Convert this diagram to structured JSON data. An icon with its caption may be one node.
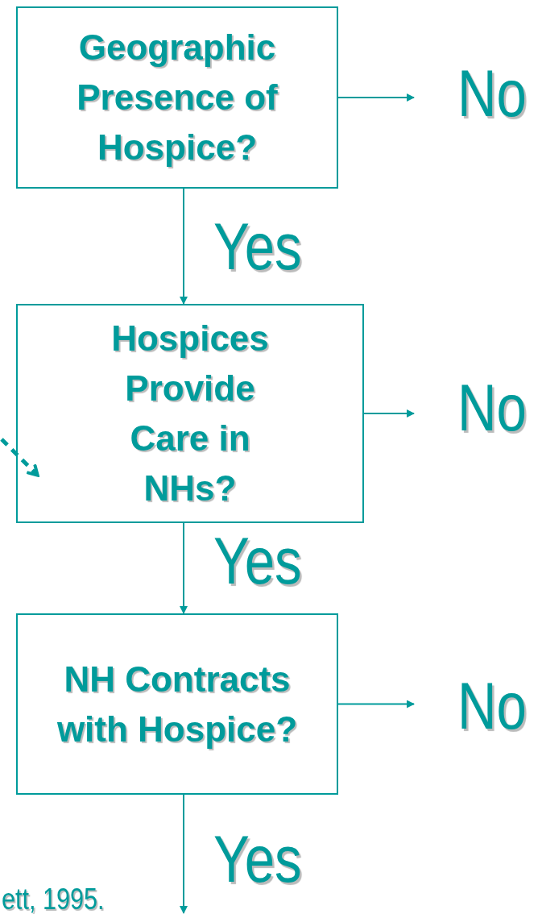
{
  "diagram": {
    "nodes": [
      {
        "text": [
          "Geographic Presence of Hospice?"
        ]
      },
      {
        "text": [
          "Hospices Provide Care in NHs?"
        ]
      },
      {
        "text": [
          "NH Contracts with Hospice?"
        ]
      },
      {
        "text": [
          "No"
        ]
      },
      {
        "text": [
          "No"
        ]
      },
      {
        "text": [
          "No"
        ]
      }
    ],
    "edges": [
      {
        "from": 0,
        "to": 1,
        "arrow": "to",
        "label": "Yes"
      },
      {
        "from": 1,
        "to": 2,
        "arrow": "to",
        "label": "Yes"
      },
      {
        "from": 2,
        "to": null,
        "arrow": "to",
        "label": "Yes"
      },
      {
        "from": 0,
        "to": 3,
        "arrow": "to"
      },
      {
        "from": 1,
        "to": 4,
        "arrow": "to"
      },
      {
        "from": 2,
        "to": 5,
        "arrow": "to"
      },
      {
        "from": null,
        "to": 1,
        "arrow": "to",
        "style": "dashed"
      }
    ],
    "labels": [
      "ett, 1995."
    ]
  }
}
